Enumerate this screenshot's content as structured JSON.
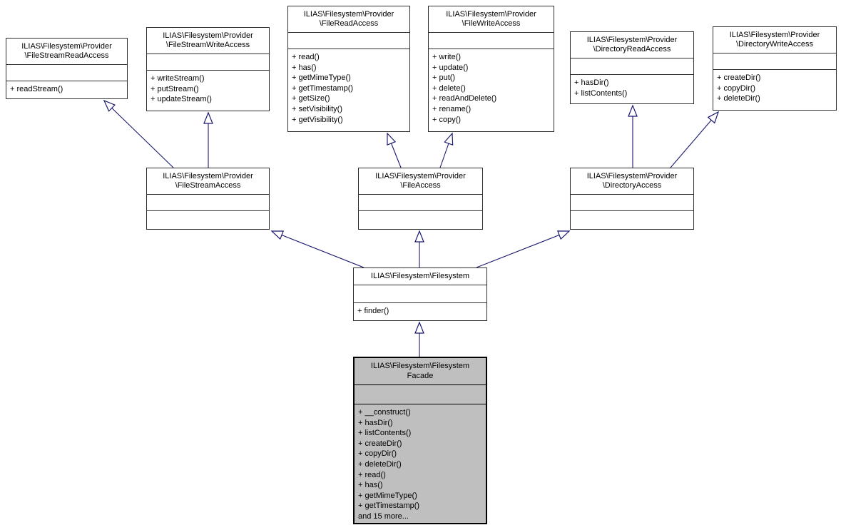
{
  "diagram": {
    "type": "uml-class-inheritance-graph",
    "colors": {
      "background": "#ffffff",
      "box_border": "#2e2e2e",
      "box_fill": "#ffffff",
      "highlight_fill": "#bfbfbf",
      "edge_color": "#191970",
      "text_color": "#000000"
    },
    "classes": [
      {
        "id": "file-stream-read-access",
        "title_lines": [
          "ILIAS\\Filesystem\\Provider",
          "\\FileStreamReadAccess"
        ],
        "attributes": [],
        "methods": [
          "+ readStream()"
        ]
      },
      {
        "id": "file-stream-write-access",
        "title_lines": [
          "ILIAS\\Filesystem\\Provider",
          "\\FileStreamWriteAccess"
        ],
        "attributes": [],
        "methods": [
          "+ writeStream()",
          "+ putStream()",
          "+ updateStream()"
        ]
      },
      {
        "id": "file-read-access",
        "title_lines": [
          "ILIAS\\Filesystem\\Provider",
          "\\FileReadAccess"
        ],
        "attributes": [],
        "methods": [
          "+ read()",
          "+ has()",
          "+ getMimeType()",
          "+ getTimestamp()",
          "+ getSize()",
          "+ setVisibility()",
          "+ getVisibility()"
        ]
      },
      {
        "id": "file-write-access",
        "title_lines": [
          "ILIAS\\Filesystem\\Provider",
          "\\FileWriteAccess"
        ],
        "attributes": [],
        "methods": [
          "+ write()",
          "+ update()",
          "+ put()",
          "+ delete()",
          "+ readAndDelete()",
          "+ rename()",
          "+ copy()"
        ]
      },
      {
        "id": "directory-read-access",
        "title_lines": [
          "ILIAS\\Filesystem\\Provider",
          "\\DirectoryReadAccess"
        ],
        "attributes": [],
        "methods": [
          "+ hasDir()",
          "+ listContents()"
        ]
      },
      {
        "id": "directory-write-access",
        "title_lines": [
          "ILIAS\\Filesystem\\Provider",
          "\\DirectoryWriteAccess"
        ],
        "attributes": [],
        "methods": [
          "+ createDir()",
          "+ copyDir()",
          "+ deleteDir()"
        ]
      },
      {
        "id": "file-stream-access",
        "title_lines": [
          "ILIAS\\Filesystem\\Provider",
          "\\FileStreamAccess"
        ],
        "attributes": [],
        "methods": []
      },
      {
        "id": "file-access",
        "title_lines": [
          "ILIAS\\Filesystem\\Provider",
          "\\FileAccess"
        ],
        "attributes": [],
        "methods": []
      },
      {
        "id": "directory-access",
        "title_lines": [
          "ILIAS\\Filesystem\\Provider",
          "\\DirectoryAccess"
        ],
        "attributes": [],
        "methods": []
      },
      {
        "id": "filesystem",
        "title_lines": [
          "ILIAS\\Filesystem\\Filesystem"
        ],
        "attributes": [],
        "methods": [
          "+ finder()"
        ]
      },
      {
        "id": "filesystem-facade",
        "title_lines": [
          "ILIAS\\Filesystem\\Filesystem",
          "Facade"
        ],
        "attributes": [],
        "methods": [
          "+ __construct()",
          "+ hasDir()",
          "+ listContents()",
          "+ createDir()",
          "+ copyDir()",
          "+ deleteDir()",
          "+ read()",
          "+ has()",
          "+ getMimeType()",
          "+ getTimestamp()",
          "and 15 more..."
        ]
      }
    ],
    "edges": [
      {
        "from": "file-stream-access",
        "to": "file-stream-read-access",
        "kind": "inheritance"
      },
      {
        "from": "file-stream-access",
        "to": "file-stream-write-access",
        "kind": "inheritance"
      },
      {
        "from": "file-access",
        "to": "file-read-access",
        "kind": "inheritance"
      },
      {
        "from": "file-access",
        "to": "file-write-access",
        "kind": "inheritance"
      },
      {
        "from": "directory-access",
        "to": "directory-read-access",
        "kind": "inheritance"
      },
      {
        "from": "directory-access",
        "to": "directory-write-access",
        "kind": "inheritance"
      },
      {
        "from": "filesystem",
        "to": "file-stream-access",
        "kind": "inheritance"
      },
      {
        "from": "filesystem",
        "to": "file-access",
        "kind": "inheritance"
      },
      {
        "from": "filesystem",
        "to": "directory-access",
        "kind": "inheritance"
      },
      {
        "from": "filesystem-facade",
        "to": "filesystem",
        "kind": "inheritance"
      }
    ]
  }
}
